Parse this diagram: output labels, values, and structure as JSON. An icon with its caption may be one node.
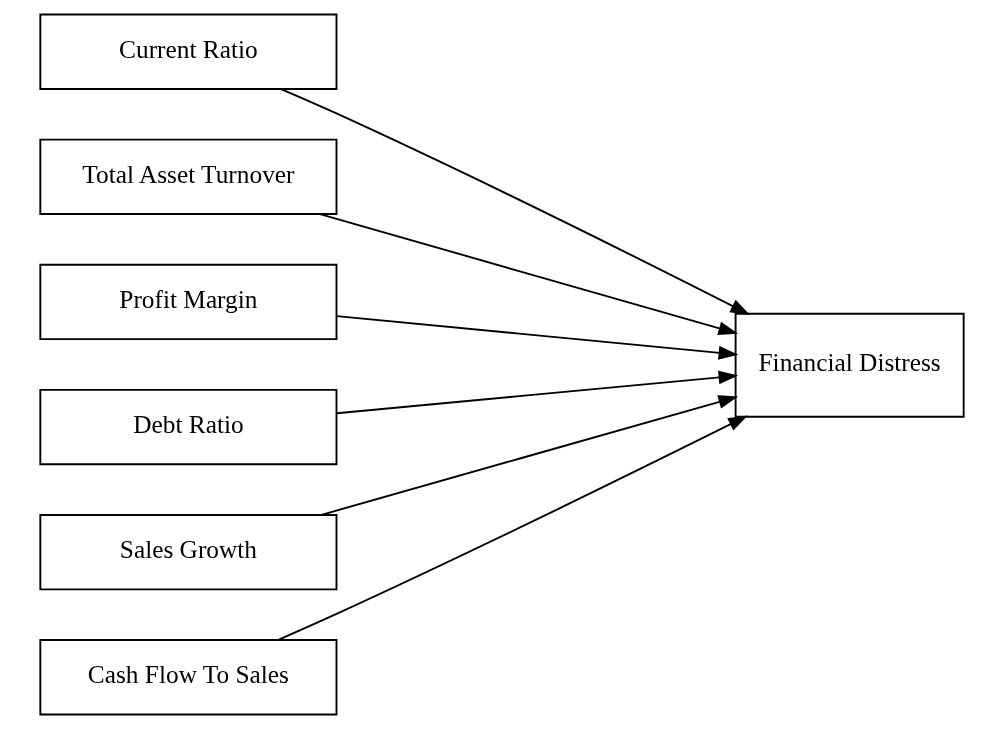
{
  "diagram": {
    "nodes": [
      {
        "text": [
          "Current Ratio"
        ]
      },
      {
        "text": [
          "Total Asset Turnover"
        ]
      },
      {
        "text": [
          "Profit Margin"
        ]
      },
      {
        "text": [
          "Debt Ratio"
        ]
      },
      {
        "text": [
          "Sales Growth"
        ]
      },
      {
        "text": [
          "Cash Flow To Sales"
        ]
      },
      {
        "text": [
          "Financial Distress"
        ]
      }
    ],
    "edges": [
      {
        "from": 0,
        "to": 6,
        "arrow": "to"
      },
      {
        "from": 1,
        "to": 6,
        "arrow": "to"
      },
      {
        "from": 2,
        "to": 6,
        "arrow": "to"
      },
      {
        "from": 3,
        "to": 6,
        "arrow": "to"
      },
      {
        "from": 4,
        "to": 6,
        "arrow": "to"
      },
      {
        "from": 5,
        "to": 6,
        "arrow": "to"
      }
    ]
  }
}
